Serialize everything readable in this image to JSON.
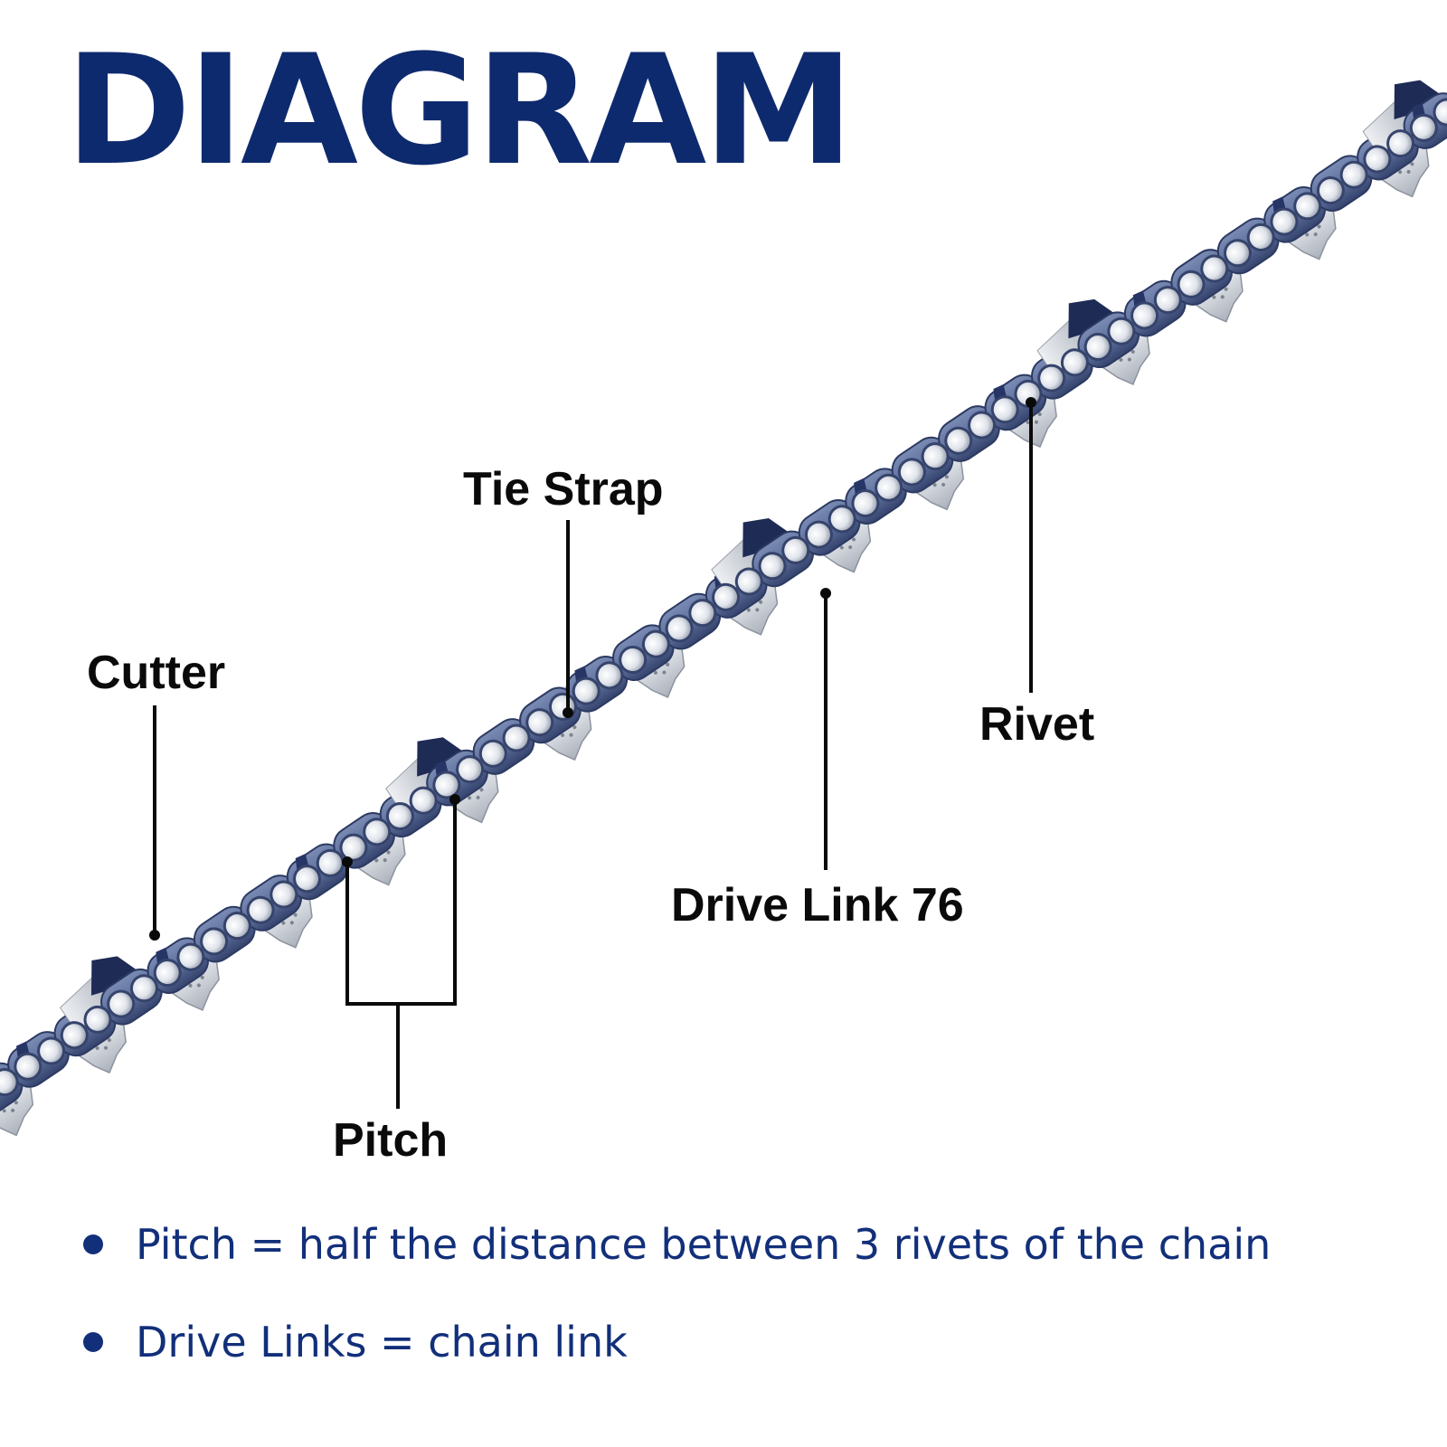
{
  "title": "DIAGRAM",
  "labels": {
    "cutter": "Cutter",
    "tie_strap": "Tie Strap",
    "rivet": "Rivet",
    "drive_link": "Drive Link 76",
    "pitch": "Pitch"
  },
  "notes": [
    "Pitch = half the distance between 3 rivets of the chain",
    "Drive Links = chain link"
  ],
  "colors": {
    "title": "#0e2a6e",
    "note_text": "#122f7a",
    "chain_plate": "#5c6f9c",
    "rivet": "#e9edf2",
    "drive_link_steel": "#c4c9d1",
    "cutter_chrome": "#cdd1d8",
    "leader_line": "#0a0a0a"
  }
}
